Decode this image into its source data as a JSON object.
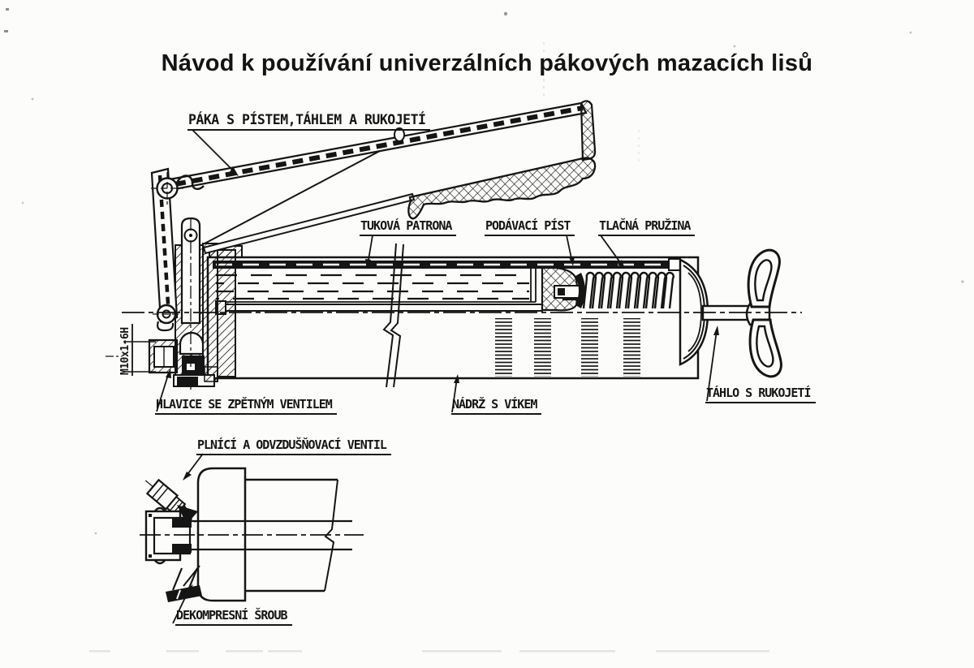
{
  "page": {
    "title": "Návod k používání univerzálních pákových mazacích lisů",
    "paper_color": "#fcfcfa",
    "ink_color": "#151515"
  },
  "labels": {
    "lever": "PÁKA S PÍSTEM,TÁHLEM A RUKOJETÍ",
    "cartridge": "TUKOVÁ PATRONA",
    "feed_piston": "PODÁVACÍ PÍST",
    "pressure_spring": "TLAČNÁ PRUŽINA",
    "thread_spec": "M10x1-6H",
    "head_check_valve": "HLAVICE SE ZPĚTNÝM VENTILEM",
    "tank_with_lid": "NÁDRŽ S VÍKEM",
    "rod_with_handle": "TÁHLO S RUKOJETÍ",
    "fill_vent_valve": "PLNÍCÍ A ODVZDUŠŇOVACÍ VENTIL",
    "decompression_screw": "DEKOMPRESNÍ ŠROUB"
  }
}
